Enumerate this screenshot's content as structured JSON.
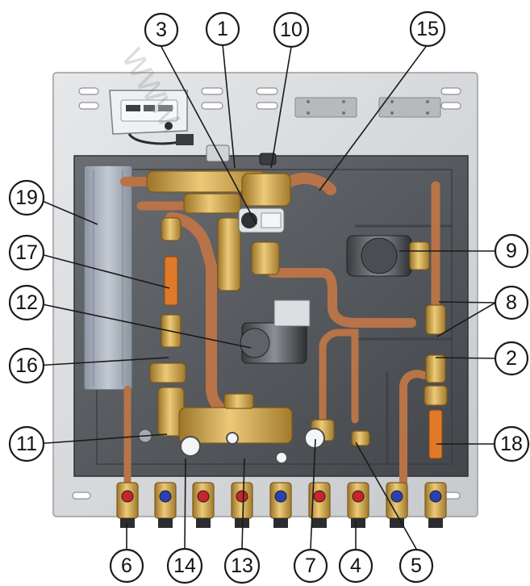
{
  "figure": {
    "watermark": "www.",
    "colors": {
      "background": "#ffffff",
      "frame": "#d4d6d8",
      "insulation": "#55585c",
      "copper": "#b87348",
      "copper_hi": "#d9966a",
      "brass": "#c9a04a",
      "brass_hi": "#e9c977",
      "exchanger": "#b0b8c2",
      "valve_red": "#c8242b",
      "valve_blue": "#2941b3",
      "flow_orange": "#e07a28"
    },
    "callouts": [
      {
        "num": "1",
        "target": "top-manifold"
      },
      {
        "num": "2",
        "target": "right-fitting"
      },
      {
        "num": "3",
        "target": "mixing-valve"
      },
      {
        "num": "4",
        "target": "bottom-valve"
      },
      {
        "num": "5",
        "target": "drain-valve"
      },
      {
        "num": "6",
        "target": "bottom-left-valve"
      },
      {
        "num": "7",
        "target": "thermometer"
      },
      {
        "num": "8",
        "target": "right-pipe-fittings"
      },
      {
        "num": "9",
        "target": "right-pump"
      },
      {
        "num": "10",
        "target": "top-valve"
      },
      {
        "num": "11",
        "target": "left-fitting"
      },
      {
        "num": "12",
        "target": "central-pump"
      },
      {
        "num": "13",
        "target": "bottom-fitting"
      },
      {
        "num": "14",
        "target": "bottom-fitting-left"
      },
      {
        "num": "15",
        "target": "top-right-pipe"
      },
      {
        "num": "16",
        "target": "left-tee"
      },
      {
        "num": "17",
        "target": "left-flow-meter"
      },
      {
        "num": "18",
        "target": "right-flow-meter"
      },
      {
        "num": "19",
        "target": "heat-exchanger"
      }
    ]
  }
}
